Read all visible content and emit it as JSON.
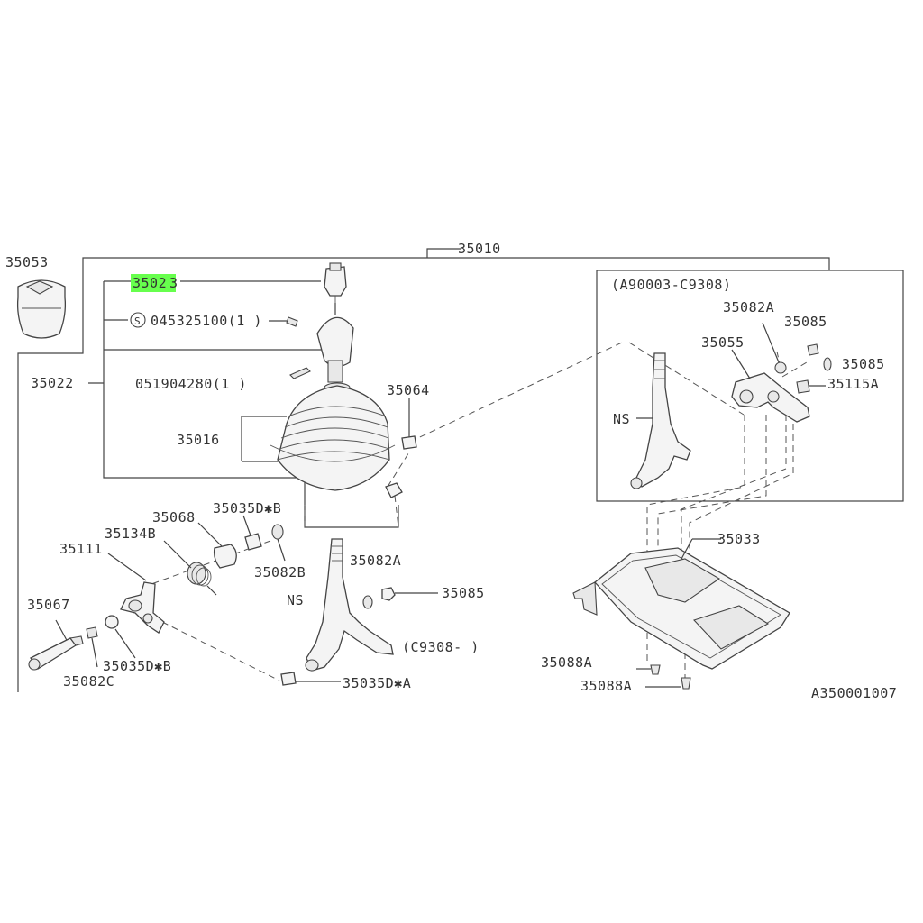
{
  "diagram": {
    "figure_id": "A350001007",
    "labels": {
      "p35010": "35010",
      "p35053": "35053",
      "p35023_highlight": "3502",
      "p35023_rest": "3",
      "s_symbol": "S",
      "p045325100": "045325100(1 )",
      "p35022": "35022",
      "p051904280": "051904280(1  )",
      "p35064": "35064",
      "p35016": "35016",
      "p35068": "35068",
      "p35035DB_top": "35035D✱B",
      "p35134B": "35134B",
      "p35111": "35111",
      "p35082B": "35082B",
      "p35067": "35067",
      "p35035DB_bottom": "35035D✱B",
      "p35082C": "35082C",
      "p35035DA": "35035D✱A",
      "ns_lower": "NS",
      "p35082A_lower": "35082A",
      "p35085_lower": "35085",
      "c9308_note": "(C9308-          )",
      "box_title": "(A90003-C9308)",
      "p35082A_box": "35082A",
      "p35085_box_top": "35085",
      "p35055": "35055",
      "p35085_box_right": "35085",
      "p35115A": "35115A",
      "ns_box": "NS",
      "p35033": "35033",
      "p35088A_1": "35088A",
      "p35088A_2": "35088A"
    },
    "highlight_color": "#4cff2e"
  }
}
